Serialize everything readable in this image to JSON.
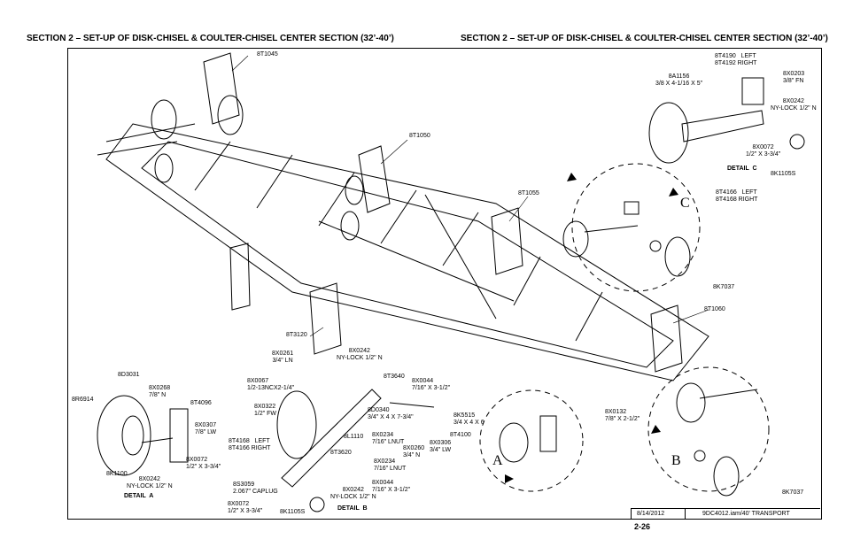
{
  "header": {
    "left_title": "SECTION 2 – SET-UP OF DISK-CHISEL & COULTER-CHISEL CENTER SECTION (32’-40’)",
    "right_title": "SECTION 2 – SET-UP OF DISK-CHISEL & COULTER-CHISEL CENTER SECTION (32’-40’)"
  },
  "parts": {
    "p8T1045": "8T1045",
    "p8T1050": "8T1050",
    "p8T1055": "8T1055",
    "p8T1060": "8T1060",
    "p8T3120": "8T3120",
    "p8T3640": "8T3640",
    "p8T3620": "8T3620",
    "p8T4100": "8T4100",
    "p8T4096": "8T4096",
    "p8D3031": "8D3031",
    "p8R6914": "8R6914",
    "p8K1100": "8K1100",
    "p8K7037_c": "8K7037",
    "p8K7037_b": "8K7037",
    "p8K1105S_b": "8K1105S",
    "p8K1105S_c": "8K1105S",
    "p8X0261": "8X0261\n3/4\" LN",
    "p8X0242_top": "8X0242\nNY-LOCK 1/2\" N",
    "p8X0067": "8X0067\n1/2-13NCX2-1/4\"",
    "p8X0322": "8X0322\n1/2\" FW",
    "p8D0340": "8D0340\n3/4\" X 4 X 7-3/4\"",
    "p8X0044_top": "8X0044\n7/16\" X 3-1/2\"",
    "p8X0268": "8X0268\n7/8\" N",
    "p8X0307": "8X0307\n7/8\" LW",
    "p8X0072_a": "8X0072\n1/2\" X 3-3/4\"",
    "p8X0242_a": "8X0242\nNY-LOCK 1/2\" N",
    "p8T4168_b": "8T4168   LEFT\n8T4166 RIGHT",
    "p8L1110": "8L1110",
    "p8X0234_top": "8X0234\n7/16\" LNUT",
    "p8X0260": "8X0260\n3/4\" N",
    "p8X0306": "8X0306\n3/4\" LW",
    "p8K5515": "8K5515\n3/4 X 4 X 6",
    "p8X0234_b": "8X0234\n7/16\" LNUT",
    "p8S3059": "8S3059\n2.067\" CAPLUG",
    "p8X0044_b": "8X0044\n7/16\" X 3-1/2\"",
    "p8X0072_b": "8X0072\n1/2\" X 3-3/4\"",
    "p8X0242_b": "8X0242\nNY-LOCK 1/2\" N",
    "p8X0132": "8X0132\n7/8\" X 2-1/2\"",
    "p8T4190": "8T4190   LEFT\n8T4192 RIGHT",
    "p8A1156": "8A1156\n3/8 X 4-1/16 X 5\"",
    "p8X0203": "8X0203\n3/8\" FN",
    "p8X0242_c": "8X0242\nNY-LOCK 1/2\" N",
    "p8X0072_c": "8X0072\n1/2\" X 3-3/4\"",
    "p8T4166_c": "8T4166   LEFT\n8T4168 RIGHT"
  },
  "details": {
    "a": "DETAIL  A",
    "b": "DETAIL  B",
    "c": "DETAIL  C",
    "letter_a": "A",
    "letter_b": "B",
    "letter_c": "C"
  },
  "title_block": {
    "date": "8/14/2012",
    "file": "9DC4012.iam/40' TRANSPORT"
  },
  "page_number": "2-26"
}
